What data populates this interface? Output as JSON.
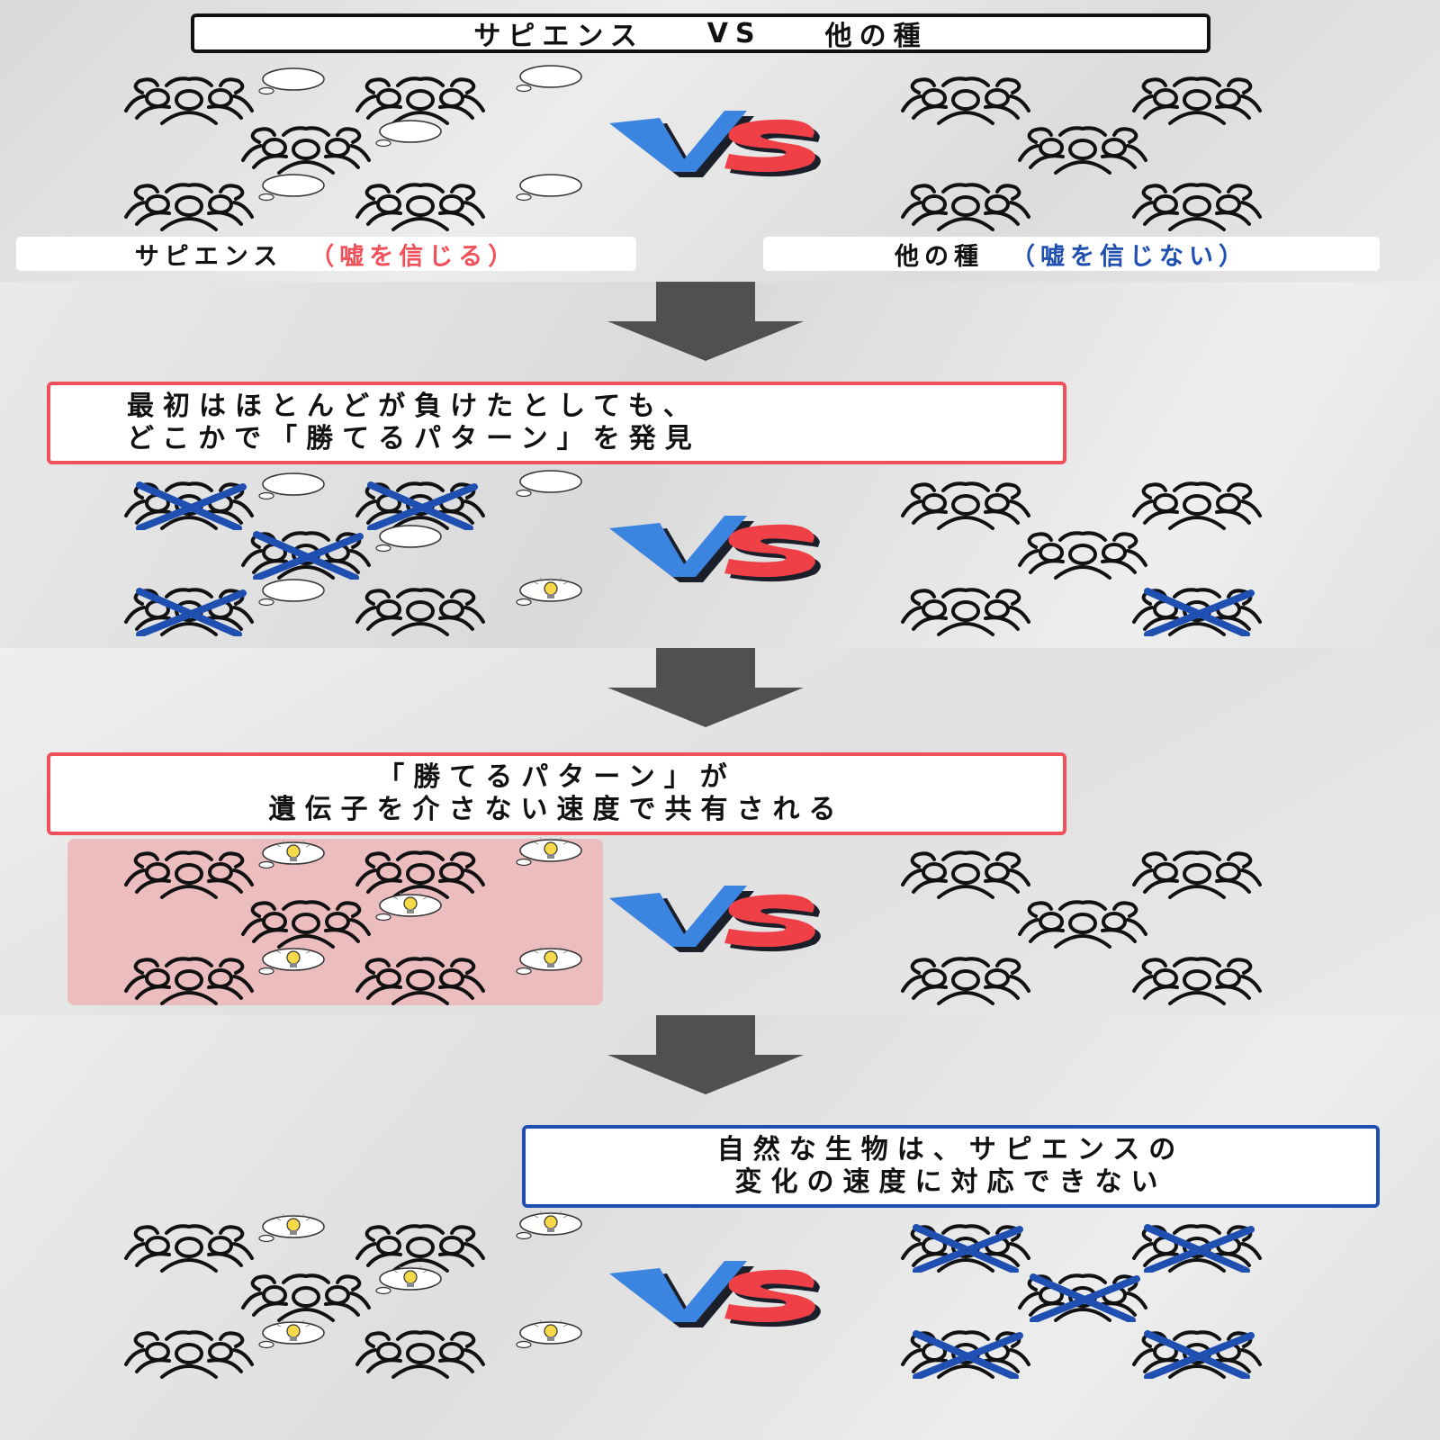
{
  "panel1": {
    "title_left": "サピエンス",
    "title_vs": "VS",
    "title_right": "他の種",
    "left_label": "サピエンス",
    "left_label_note": "（嘘を信じる）",
    "right_label": "他の種",
    "right_label_note": "（嘘を信じない）"
  },
  "panel2": {
    "line1": "最初はほとんどが負けたとしても、",
    "line2": "どこかで「勝てるパターン」を発見"
  },
  "panel3": {
    "line1": "「勝てるパターン」が",
    "line2": "遺伝子を介さない速度で共有される"
  },
  "panel4": {
    "line1": "自然な生物は、サピエンスの",
    "line2": "変化の速度に対応できない"
  },
  "vs_text": "VS",
  "colors": {
    "red": "#f0505a",
    "blue": "#1f4fb0",
    "vs_blue": "#3b84e0",
    "vs_red": "#ef4048",
    "arrow": "#505050",
    "highlight": "#ebbdbf"
  },
  "icons": [
    "group-icon",
    "speech-bubble-icon",
    "lightbulb-icon",
    "cross-icon",
    "down-arrow-icon",
    "vs-logo"
  ]
}
